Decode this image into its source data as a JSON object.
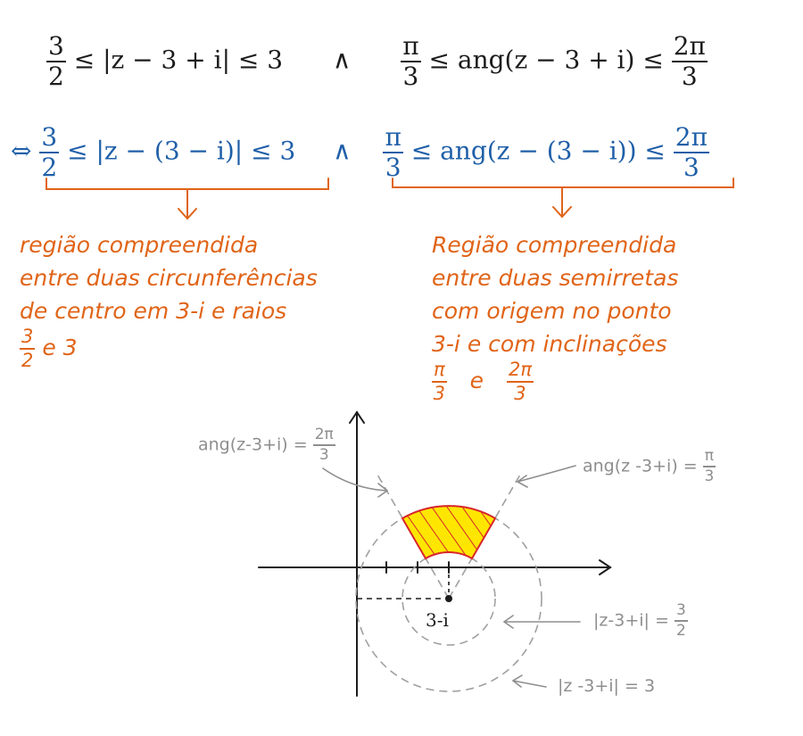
{
  "line1": {
    "lhs_num": "3",
    "lhs_den": "2",
    "mod_expr": "≤ |z − 3 + i| ≤ 3",
    "and": "∧",
    "ang_lo_num": "π",
    "ang_lo_den": "3",
    "ang_expr": "≤ ang(z − 3 + i) ≤",
    "ang_hi_num": "2π",
    "ang_hi_den": "3"
  },
  "line2": {
    "equiv": "⇔",
    "lhs_num": "3",
    "lhs_den": "2",
    "mod_expr": "≤ |z − (3 − i)| ≤ 3",
    "and": "∧",
    "ang_lo_num": "π",
    "ang_lo_den": "3",
    "ang_expr": "≤ ang(z − (3 − i)) ≤",
    "ang_hi_num": "2π",
    "ang_hi_den": "3"
  },
  "note_left": {
    "line1": "região compreendida",
    "line2": "entre duas circunferências",
    "line3": "de centro em 3-i e raios",
    "frac_num": "3",
    "frac_den": "2",
    "tail": "e 3"
  },
  "note_right": {
    "line1": "Região compreendida",
    "line2": "entre duas semirretas",
    "line3": "com origem no ponto",
    "line4": "3-i e com inclinações",
    "f1_num": "π",
    "f1_den": "3",
    "mid": "e",
    "f2_num": "2π",
    "f2_den": "3"
  },
  "graph": {
    "center_label": "3-i",
    "label_ang_2pi3": {
      "text": "ang(z-3+i) =",
      "num": "2π",
      "den": "3"
    },
    "label_ang_pi3": {
      "text": "ang(z -3+i) =",
      "num": "π",
      "den": "3"
    },
    "label_inner": {
      "text": "|z-3+i| =",
      "num": "3",
      "den": "2"
    },
    "label_outer": {
      "text": "|z -3+i| = 3"
    }
  },
  "colors": {
    "black": "#1c1c1c",
    "blue": "#1f5fa8",
    "orange": "#e06418",
    "gray": "#8e8e8e",
    "fill_yellow": "#ffe600",
    "hatch_red": "#d8262b"
  }
}
